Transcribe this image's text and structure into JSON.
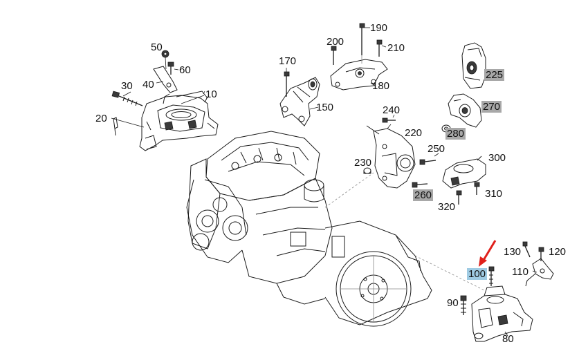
{
  "callouts": [
    {
      "id": "p10",
      "text": "10",
      "style": "plain"
    },
    {
      "id": "p20",
      "text": "20",
      "style": "plain"
    },
    {
      "id": "p30",
      "text": "30",
      "style": "plain"
    },
    {
      "id": "p40",
      "text": "40",
      "style": "plain"
    },
    {
      "id": "p50",
      "text": "50",
      "style": "plain"
    },
    {
      "id": "p60",
      "text": "60",
      "style": "plain"
    },
    {
      "id": "p80",
      "text": "80",
      "style": "plain"
    },
    {
      "id": "p90",
      "text": "90",
      "style": "plain"
    },
    {
      "id": "p100",
      "text": "100",
      "style": "active"
    },
    {
      "id": "p110",
      "text": "110",
      "style": "plain"
    },
    {
      "id": "p120",
      "text": "120",
      "style": "plain"
    },
    {
      "id": "p130",
      "text": "130",
      "style": "plain"
    },
    {
      "id": "p150",
      "text": "150",
      "style": "plain"
    },
    {
      "id": "p170",
      "text": "170",
      "style": "plain"
    },
    {
      "id": "p180",
      "text": "180",
      "style": "plain"
    },
    {
      "id": "p190",
      "text": "190",
      "style": "plain"
    },
    {
      "id": "p200",
      "text": "200",
      "style": "plain"
    },
    {
      "id": "p210",
      "text": "210",
      "style": "plain"
    },
    {
      "id": "p220",
      "text": "220",
      "style": "plain"
    },
    {
      "id": "p225",
      "text": "225",
      "style": "muted"
    },
    {
      "id": "p230",
      "text": "230",
      "style": "plain"
    },
    {
      "id": "p240",
      "text": "240",
      "style": "plain"
    },
    {
      "id": "p250",
      "text": "250",
      "style": "plain"
    },
    {
      "id": "p260",
      "text": "260",
      "style": "muted"
    },
    {
      "id": "p270",
      "text": "270",
      "style": "muted"
    },
    {
      "id": "p280",
      "text": "280",
      "style": "muted"
    },
    {
      "id": "p300",
      "text": "300",
      "style": "plain"
    },
    {
      "id": "p310",
      "text": "310",
      "style": "plain"
    },
    {
      "id": "p320",
      "text": "320",
      "style": "plain"
    }
  ],
  "colors": {
    "active_highlight": "#9fcbe3",
    "muted_highlight": "#a8a8a8",
    "indicator_arrow": "#e0201b",
    "line_art": "#1a1a1a"
  },
  "indicator": {
    "points_to": "100",
    "icon": "red-arrow-icon"
  }
}
